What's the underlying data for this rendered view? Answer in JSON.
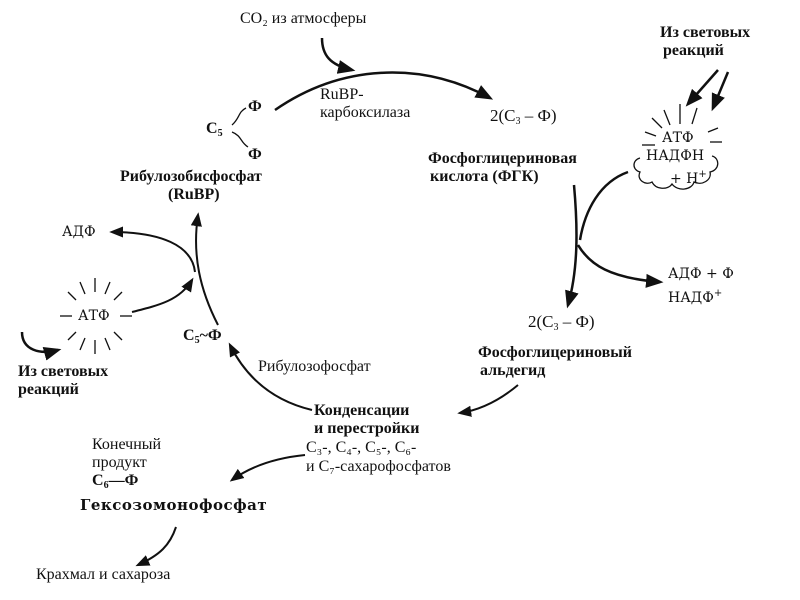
{
  "title": "Calvin cycle (C3 photosynthesis dark reactions)",
  "co2_input": "CO₂ из атмосферы",
  "enzyme": {
    "line1": "RuBP-",
    "line2": "карбоксилаза"
  },
  "light_reactions_top": {
    "line1": "Из световых",
    "line2": "реакций"
  },
  "light_reactions_left": {
    "line1": "Из световых",
    "line2": "реакций"
  },
  "energy_cloud": {
    "atp": "АТФ",
    "nadph": "НАДФН",
    "h": "+ Н",
    "h_sup": "+"
  },
  "atp_left": "АТФ",
  "adp_left": "АДФ",
  "products_right": {
    "line1": "АДФ + Ф",
    "line2": "НАДФ",
    "line2_sup": "+"
  },
  "rubp": {
    "c": "C",
    "c_sub": "5",
    "phi_top": "Ф",
    "phi_bottom": "Ф",
    "name": "Рибулозобисфосфат",
    "abbr": "(RuBP)"
  },
  "pga": {
    "formula_prefix": "2(C",
    "formula_sub": "3",
    "formula_suffix": " – Ф)",
    "name_line1": "Фосфоглицериновая",
    "name_line2": "кислота (ФГК)"
  },
  "pgal": {
    "formula_prefix": "2(C",
    "formula_sub": "3",
    "formula_suffix": " – Ф)",
    "name_line1": "Фосфоглицериновый",
    "name_line2": "альдегид"
  },
  "ru5p": {
    "c": "C",
    "c_sub": "5",
    "phi": "~Ф",
    "name": "Рибулозофосфат"
  },
  "condensation": {
    "line1": "Конденсации",
    "line2": "и перестройки",
    "line3": "C₃-, C₄-, C₅-, C₆-",
    "line4": "и C₇-сахарофосфатов"
  },
  "final_product": {
    "line1": "Конечный",
    "line2": "продукт",
    "c": "C",
    "c_sub": "6",
    "phi": "—Ф",
    "name": "Гексозомонофосфат"
  },
  "end_products": "Крахмал и сахароза"
}
